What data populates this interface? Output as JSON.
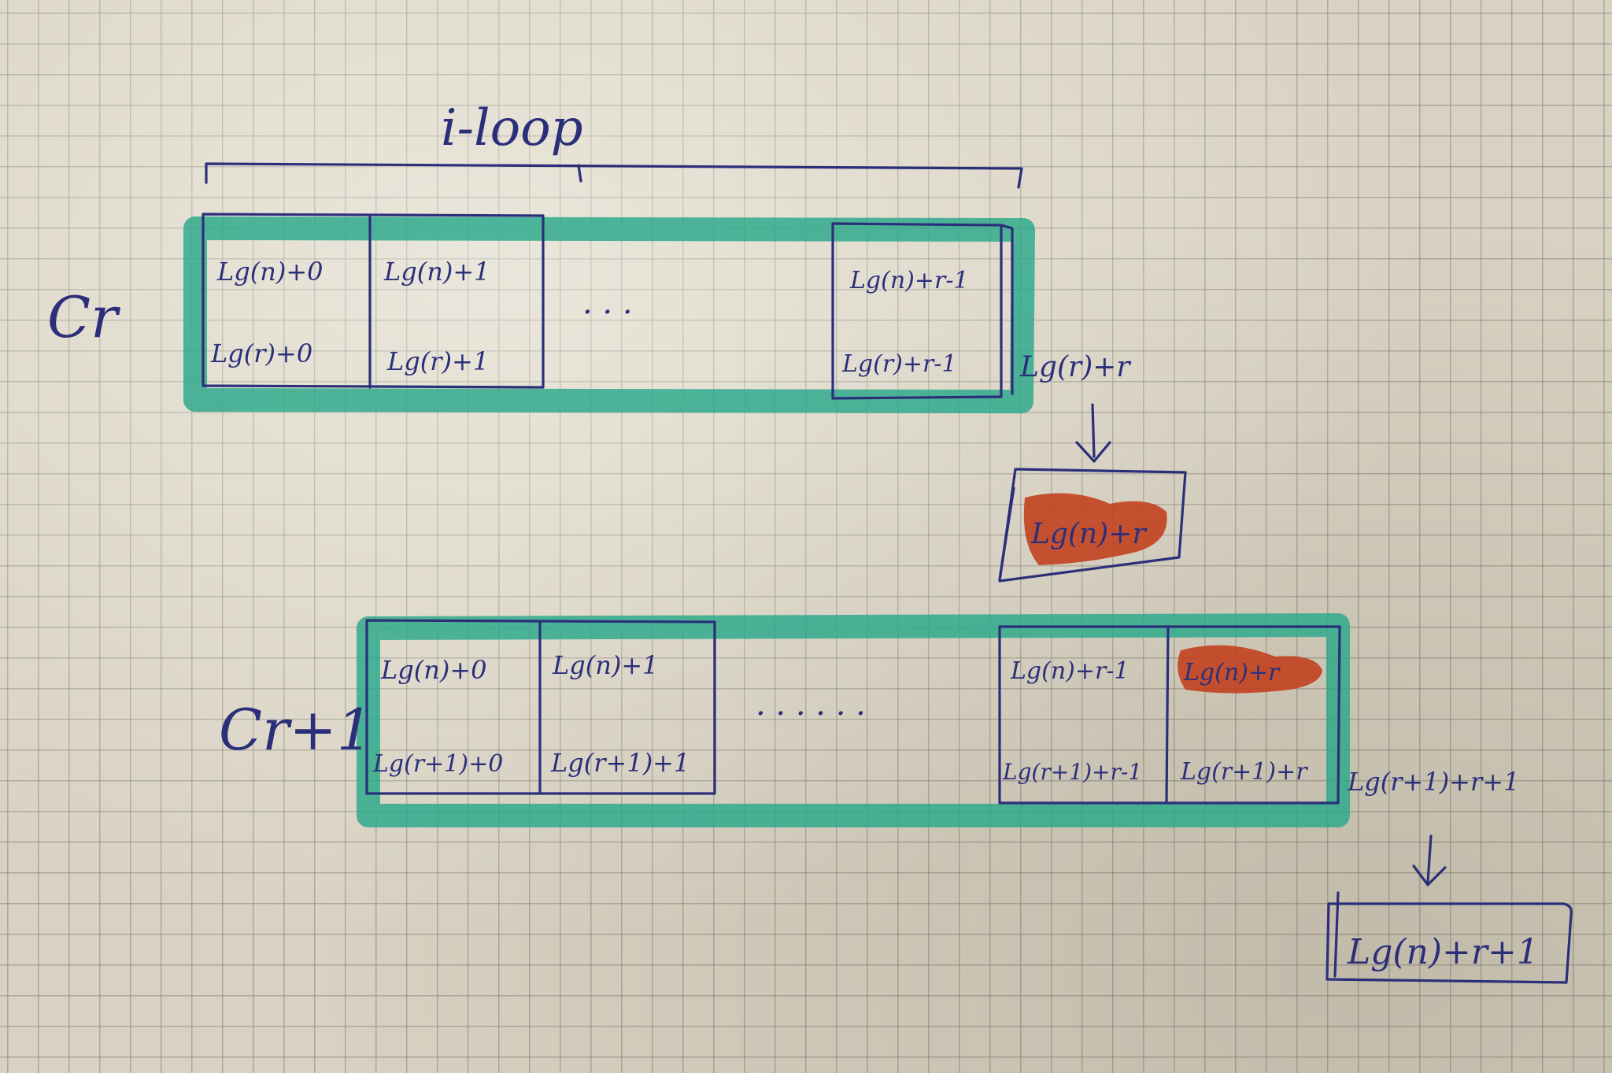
{
  "top_brace_label": "i-loop",
  "row_r": {
    "label": "Cr",
    "cells_top": [
      "Lg(n)+0",
      "Lg(n)+1",
      "Lg(n)+r-1"
    ],
    "cells_bottom": [
      "Lg(r)+0",
      "Lg(r)+1",
      "Lg(r)+r-1"
    ],
    "ellipsis": ". . .",
    "overflow": "Lg(r)+r",
    "result_box": "Lg(n)+r"
  },
  "row_r1": {
    "label": "Cr+1",
    "cells_top": [
      "Lg(n)+0",
      "Lg(n)+1",
      "Lg(n)+r-1",
      "Lg(n)+r"
    ],
    "cells_bottom": [
      "Lg(r+1)+0",
      "Lg(r+1)+1",
      "Lg(r+1)+r-1",
      "Lg(r+1)+r"
    ],
    "ellipsis": ". . . . . .",
    "overflow": "Lg(r+1)+r+1",
    "result_box": "Lg(n)+r+1"
  },
  "colors": {
    "ink": "#2b2f7a",
    "highlighter": "#2aa88a",
    "red_marker": "#c2411f",
    "paper": "#d8d2c2"
  }
}
